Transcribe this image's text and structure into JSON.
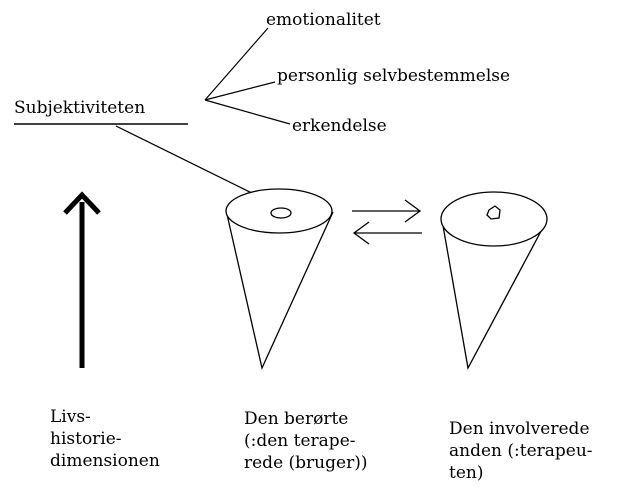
{
  "subject": {
    "label": "Subjektiviteten"
  },
  "branches": [
    {
      "label": "emotionalitet"
    },
    {
      "label": "personlig selvbestemmelse"
    },
    {
      "label": "erkendelse"
    }
  ],
  "captions": {
    "left": "Livs-\nhistorie-\ndimensionen",
    "middle": "Den berørte\n(:den terape-\nrede (bruger))",
    "right": "Den involverede\nanden (:terapeu-\nten)"
  },
  "colors": {
    "ink": "#000000",
    "background": "#ffffff"
  },
  "icons": {
    "vertical_arrow": "arrow-up-icon",
    "exchange_arrows": "left-right-arrows-icon",
    "cone": "cone-icon"
  }
}
